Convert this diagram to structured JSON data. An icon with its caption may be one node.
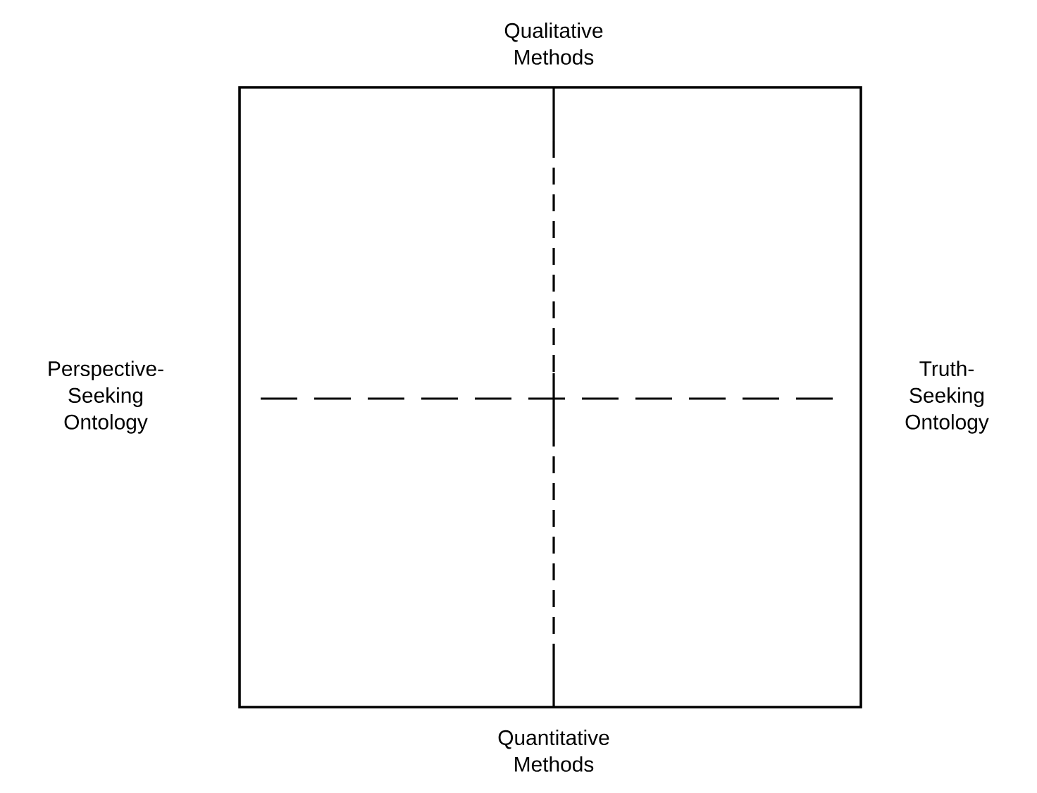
{
  "diagram": {
    "labels": [
      "Qualitative Methods",
      "Perspective-Seeking Ontology",
      "Truth-Seeking Ontology",
      "Quantitative Methods"
    ]
  }
}
